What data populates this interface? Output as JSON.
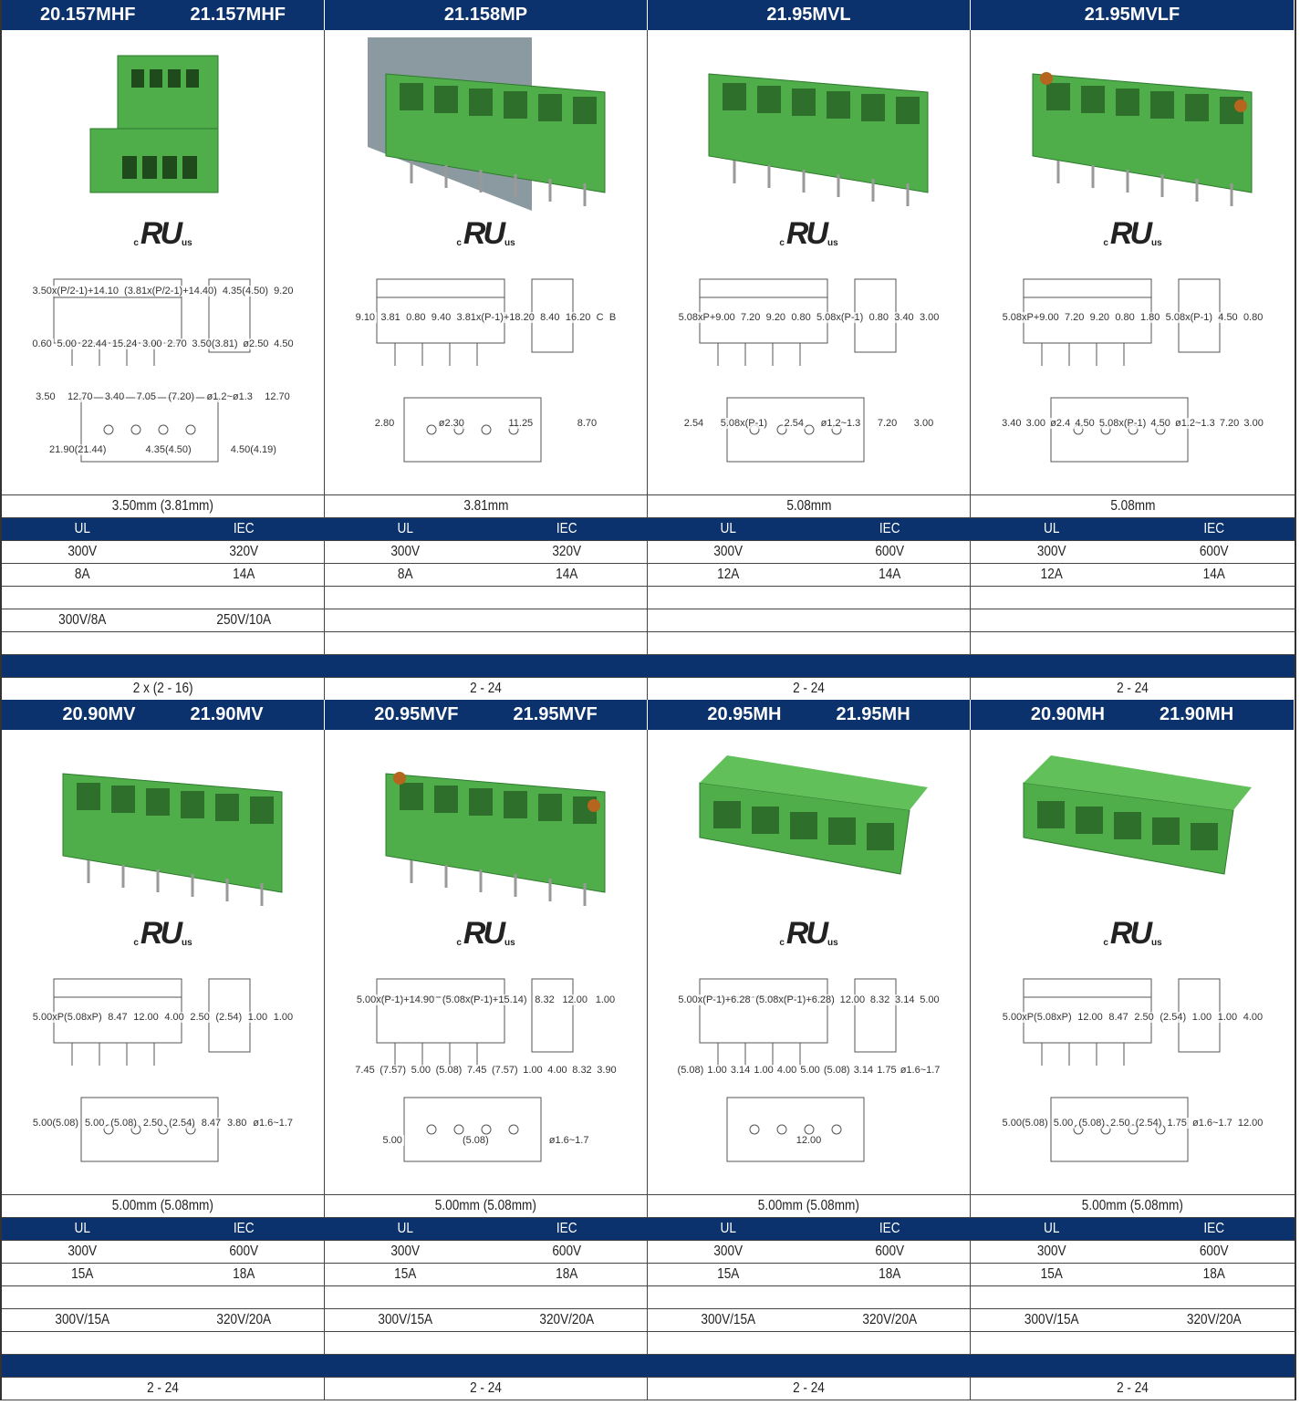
{
  "colors": {
    "header_blue": "#0b326c",
    "connector_green": "#4fae4a"
  },
  "sections": [
    {
      "products": [
        {
          "models": [
            "20.157MHF",
            "21.157MHF"
          ],
          "pitch": "3.50mm (3.81mm)",
          "ul_v": "300V",
          "iec_v": "320V",
          "ul_a": "8A",
          "iec_a": "14A",
          "extra_ul": "",
          "extra_iec": "",
          "extra2_ul": "300V/8A",
          "extra2_iec": "250V/10A",
          "poles": "2 x (2 - 16)",
          "image": "double-row-header-flange",
          "dims": [
            "3.50x(P/2-1)+14.10",
            "(3.81x(P/2-1)+14.40)",
            "4.35(4.50)",
            "9.20",
            "0.60",
            "5.00",
            "22.44",
            "15.24",
            "3.00",
            "2.70",
            "3.50(3.81)",
            "ø2.50",
            "4.50",
            "3.50",
            "12.70",
            "3.40",
            "7.05",
            "(7.20)",
            "ø1.2~ø1.3",
            "12.70",
            "21.90(21.44)",
            "4.35(4.50)",
            "4.50(4.19)"
          ]
        },
        {
          "models": [
            "21.158MP"
          ],
          "pitch": "3.81mm",
          "ul_v": "300V",
          "iec_v": "320V",
          "ul_a": "8A",
          "iec_a": "14A",
          "extra_ul": "",
          "extra_iec": "",
          "extra2_ul": "",
          "extra2_iec": "",
          "poles": "2 - 24",
          "image": "panel-mount-header",
          "dims": [
            "9.10",
            "3.81",
            "0.80",
            "9.40",
            "3.81x(P-1)+18.20",
            "8.40",
            "16.20",
            "C",
            "B",
            "2.80",
            "ø2.30",
            "11.25",
            "8.70"
          ]
        },
        {
          "models": [
            "21.95MVL"
          ],
          "pitch": "5.08mm",
          "ul_v": "300V",
          "iec_v": "600V",
          "ul_a": "12A",
          "iec_a": "14A",
          "extra_ul": "",
          "extra_iec": "",
          "extra2_ul": "",
          "extra2_iec": "",
          "poles": "2 - 24",
          "image": "vertical-header",
          "dims": [
            "5.08xP+9.00",
            "7.20",
            "9.20",
            "0.80",
            "5.08x(P-1)",
            "0.80",
            "3.40",
            "3.00",
            "2.54",
            "5.08x(P-1)",
            "2.54",
            "ø1.2~1.3",
            "7.20",
            "3.00"
          ]
        },
        {
          "models": [
            "21.95MVLF"
          ],
          "pitch": "5.08mm",
          "ul_v": "300V",
          "iec_v": "600V",
          "ul_a": "12A",
          "iec_a": "14A",
          "extra_ul": "",
          "extra_iec": "",
          "extra2_ul": "",
          "extra2_iec": "",
          "poles": "2 - 24",
          "image": "vertical-header-flange",
          "dims": [
            "5.08xP+9.00",
            "7.20",
            "9.20",
            "0.80",
            "1.80",
            "5.08x(P-1)",
            "4.50",
            "0.80",
            "3.40",
            "3.00",
            "ø2.4",
            "4.50",
            "5.08x(P-1)",
            "4.50",
            "ø1.2~1.3",
            "7.20",
            "3.00"
          ]
        }
      ]
    },
    {
      "products": [
        {
          "models": [
            "20.90MV",
            "21.90MV"
          ],
          "pitch": "5.00mm (5.08mm)",
          "ul_v": "300V",
          "iec_v": "600V",
          "ul_a": "15A",
          "iec_a": "18A",
          "extra_ul": "",
          "extra_iec": "",
          "extra2_ul": "300V/15A",
          "extra2_iec": "320V/20A",
          "poles": "2 - 24",
          "image": "vertical-header-closed",
          "dims": [
            "5.00xP(5.08xP)",
            "8.47",
            "12.00",
            "4.00",
            "2.50",
            "(2.54)",
            "1.00",
            "1.00",
            "5.00(5.08)",
            "5.00",
            "(5.08)",
            "2.50",
            "(2.54)",
            "8.47",
            "3.80",
            "ø1.6~1.7"
          ]
        },
        {
          "models": [
            "20.95MVF",
            "21.95MVF"
          ],
          "pitch": "5.00mm (5.08mm)",
          "ul_v": "300V",
          "iec_v": "600V",
          "ul_a": "15A",
          "iec_a": "18A",
          "extra_ul": "",
          "extra_iec": "",
          "extra2_ul": "300V/15A",
          "extra2_iec": "320V/20A",
          "poles": "2 - 24",
          "image": "vertical-header-closed-flange",
          "dims": [
            "5.00x(P-1)+14.90",
            "(5.08x(P-1)+15.14)",
            "8.32",
            "12.00",
            "1.00",
            "7.45",
            "(7.57)",
            "5.00",
            "(5.08)",
            "7.45",
            "(7.57)",
            "1.00",
            "4.00",
            "8.32",
            "3.90",
            "5.00",
            "(5.08)",
            "ø1.6~1.7"
          ]
        },
        {
          "models": [
            "20.95MH",
            "21.95MH"
          ],
          "pitch": "5.00mm (5.08mm)",
          "ul_v": "300V",
          "iec_v": "600V",
          "ul_a": "15A",
          "iec_a": "18A",
          "extra_ul": "",
          "extra_iec": "",
          "extra2_ul": "300V/15A",
          "extra2_iec": "320V/20A",
          "poles": "2 - 24",
          "image": "horizontal-header",
          "dims": [
            "5.00x(P-1)+6.28",
            "(5.08x(P-1)+6.28)",
            "12.00",
            "8.32",
            "3.14",
            "5.00",
            "(5.08)",
            "1.00",
            "3.14",
            "1.00",
            "4.00",
            "5.00",
            "(5.08)",
            "3.14",
            "1.75",
            "ø1.6~1.7",
            "12.00"
          ]
        },
        {
          "models": [
            "20.90MH",
            "21.90MH"
          ],
          "pitch": "5.00mm (5.08mm)",
          "ul_v": "300V",
          "iec_v": "600V",
          "ul_a": "15A",
          "iec_a": "18A",
          "extra_ul": "",
          "extra_iec": "",
          "extra2_ul": "300V/15A",
          "extra2_iec": "320V/20A",
          "poles": "2 - 24",
          "image": "horizontal-header-open",
          "dims": [
            "5.00xP(5.08xP)",
            "12.00",
            "8.47",
            "2.50",
            "(2.54)",
            "1.00",
            "1.00",
            "4.00",
            "5.00(5.08)",
            "5.00",
            "(5.08)",
            "2.50",
            "(2.54)",
            "1.75",
            "ø1.6~1.7",
            "12.00"
          ]
        }
      ]
    }
  ],
  "labels": {
    "ul": "UL",
    "iec": "IEC",
    "cert_c": "c",
    "cert_us": "us",
    "cert_mark": "RU"
  }
}
